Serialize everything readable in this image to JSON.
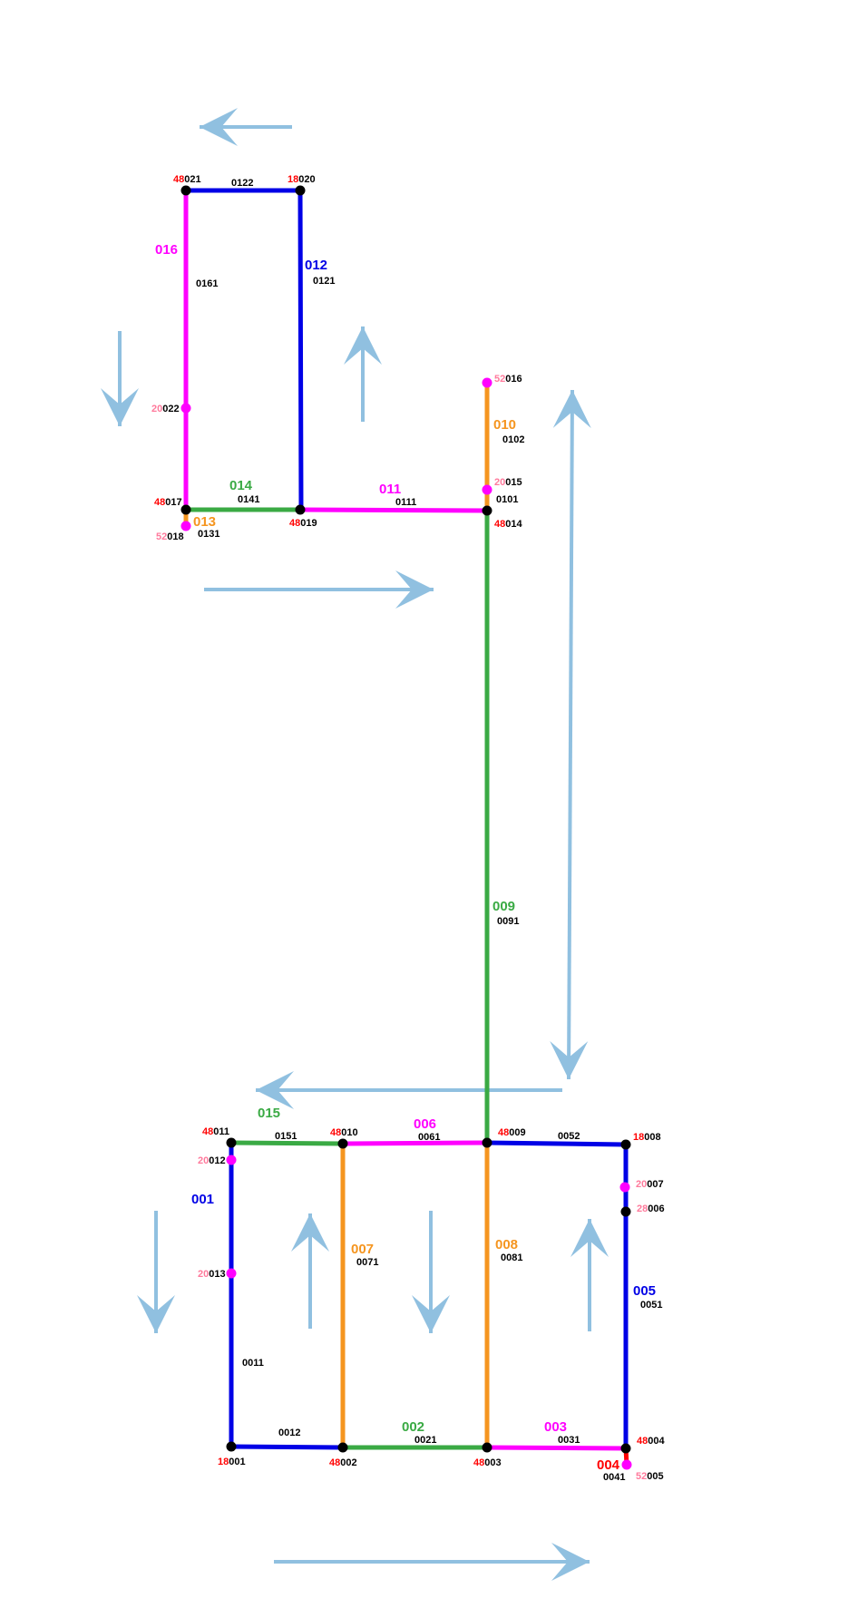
{
  "colors": {
    "blue": "#0000e6",
    "magenta": "#ff00ff",
    "green": "#3aaa44",
    "orange": "#f5951f",
    "black": "#000000",
    "red": "#ff0000",
    "pink": "#ff7a9c",
    "arrow": "#90c0e0"
  },
  "nodes": [
    {
      "id": "n021",
      "prefix": "48",
      "code": "021",
      "prefix_color": "red",
      "dot": "black"
    },
    {
      "id": "n020",
      "prefix": "18",
      "code": "020",
      "prefix_color": "red",
      "dot": "black"
    },
    {
      "id": "n022",
      "prefix": "20",
      "code": "022",
      "prefix_color": "pink",
      "dot": "magenta"
    },
    {
      "id": "n017",
      "prefix": "48",
      "code": "017",
      "prefix_color": "red",
      "dot": "black"
    },
    {
      "id": "n018",
      "prefix": "52",
      "code": "018",
      "prefix_color": "pink",
      "dot": "magenta"
    },
    {
      "id": "n019",
      "prefix": "48",
      "code": "019",
      "prefix_color": "red",
      "dot": "black"
    },
    {
      "id": "n016",
      "prefix": "52",
      "code": "016",
      "prefix_color": "pink",
      "dot": "magenta"
    },
    {
      "id": "n015",
      "prefix": "20",
      "code": "015",
      "prefix_color": "pink",
      "dot": "magenta"
    },
    {
      "id": "n014",
      "prefix": "48",
      "code": "014",
      "prefix_color": "red",
      "dot": "black"
    },
    {
      "id": "n011",
      "prefix": "48",
      "code": "011",
      "prefix_color": "red",
      "dot": "black"
    },
    {
      "id": "n010",
      "prefix": "48",
      "code": "010",
      "prefix_color": "red",
      "dot": "black"
    },
    {
      "id": "n009",
      "prefix": "48",
      "code": "009",
      "prefix_color": "red",
      "dot": "black"
    },
    {
      "id": "n008",
      "prefix": "18",
      "code": "008",
      "prefix_color": "red",
      "dot": "black"
    },
    {
      "id": "n012",
      "prefix": "20",
      "code": "012",
      "prefix_color": "pink",
      "dot": "magenta"
    },
    {
      "id": "n007",
      "prefix": "20",
      "code": "007",
      "prefix_color": "pink",
      "dot": "magenta"
    },
    {
      "id": "n006",
      "prefix": "28",
      "code": "006",
      "prefix_color": "pink",
      "dot": "black"
    },
    {
      "id": "n013",
      "prefix": "20",
      "code": "013",
      "prefix_color": "pink",
      "dot": "magenta"
    },
    {
      "id": "n001",
      "prefix": "18",
      "code": "001",
      "prefix_color": "red",
      "dot": "black"
    },
    {
      "id": "n002",
      "prefix": "48",
      "code": "002",
      "prefix_color": "red",
      "dot": "black"
    },
    {
      "id": "n003",
      "prefix": "48",
      "code": "003",
      "prefix_color": "red",
      "dot": "black"
    },
    {
      "id": "n004",
      "prefix": "48",
      "code": "004",
      "prefix_color": "red",
      "dot": "black"
    },
    {
      "id": "n005",
      "prefix": "52",
      "code": "005",
      "prefix_color": "pink",
      "dot": "magenta"
    }
  ],
  "lines": [
    {
      "id": "001",
      "color": "blue",
      "segments": [
        "0011",
        "0012"
      ]
    },
    {
      "id": "002",
      "color": "green",
      "segments": [
        "0021"
      ]
    },
    {
      "id": "003",
      "color": "magenta",
      "segments": [
        "0031"
      ]
    },
    {
      "id": "004",
      "color": "red",
      "segments": [
        "0041"
      ]
    },
    {
      "id": "005",
      "color": "blue",
      "segments": [
        "0051",
        "0052"
      ]
    },
    {
      "id": "006",
      "color": "magenta",
      "segments": [
        "0061"
      ]
    },
    {
      "id": "007",
      "color": "orange",
      "segments": [
        "0071"
      ]
    },
    {
      "id": "008",
      "color": "orange",
      "segments": [
        "0081"
      ]
    },
    {
      "id": "009",
      "color": "green",
      "segments": [
        "0091"
      ]
    },
    {
      "id": "010",
      "color": "orange",
      "segments": [
        "0101",
        "0102"
      ]
    },
    {
      "id": "011",
      "color": "magenta",
      "segments": [
        "0111"
      ]
    },
    {
      "id": "012",
      "color": "blue",
      "segments": [
        "0121",
        "0122"
      ]
    },
    {
      "id": "013",
      "color": "orange",
      "segments": [
        "0131"
      ]
    },
    {
      "id": "014",
      "color": "green",
      "segments": [
        "0141"
      ]
    },
    {
      "id": "015",
      "color": "green",
      "segments": [
        "0151"
      ]
    },
    {
      "id": "016",
      "color": "magenta",
      "segments": [
        "0161"
      ]
    }
  ],
  "flow_arrows": [
    {
      "id": "arrow-top-left",
      "direction": "left"
    },
    {
      "id": "arrow-left-down",
      "direction": "down"
    },
    {
      "id": "arrow-up-012",
      "direction": "up"
    },
    {
      "id": "arrow-right-011",
      "direction": "right"
    },
    {
      "id": "arrow-vertical-009",
      "direction": "up-down"
    },
    {
      "id": "arrow-left-015",
      "direction": "left"
    },
    {
      "id": "arrow-down-001",
      "direction": "down"
    },
    {
      "id": "arrow-up-007",
      "direction": "up"
    },
    {
      "id": "arrow-down-008",
      "direction": "down"
    },
    {
      "id": "arrow-up-005",
      "direction": "up"
    },
    {
      "id": "arrow-bottom-right",
      "direction": "right"
    }
  ]
}
